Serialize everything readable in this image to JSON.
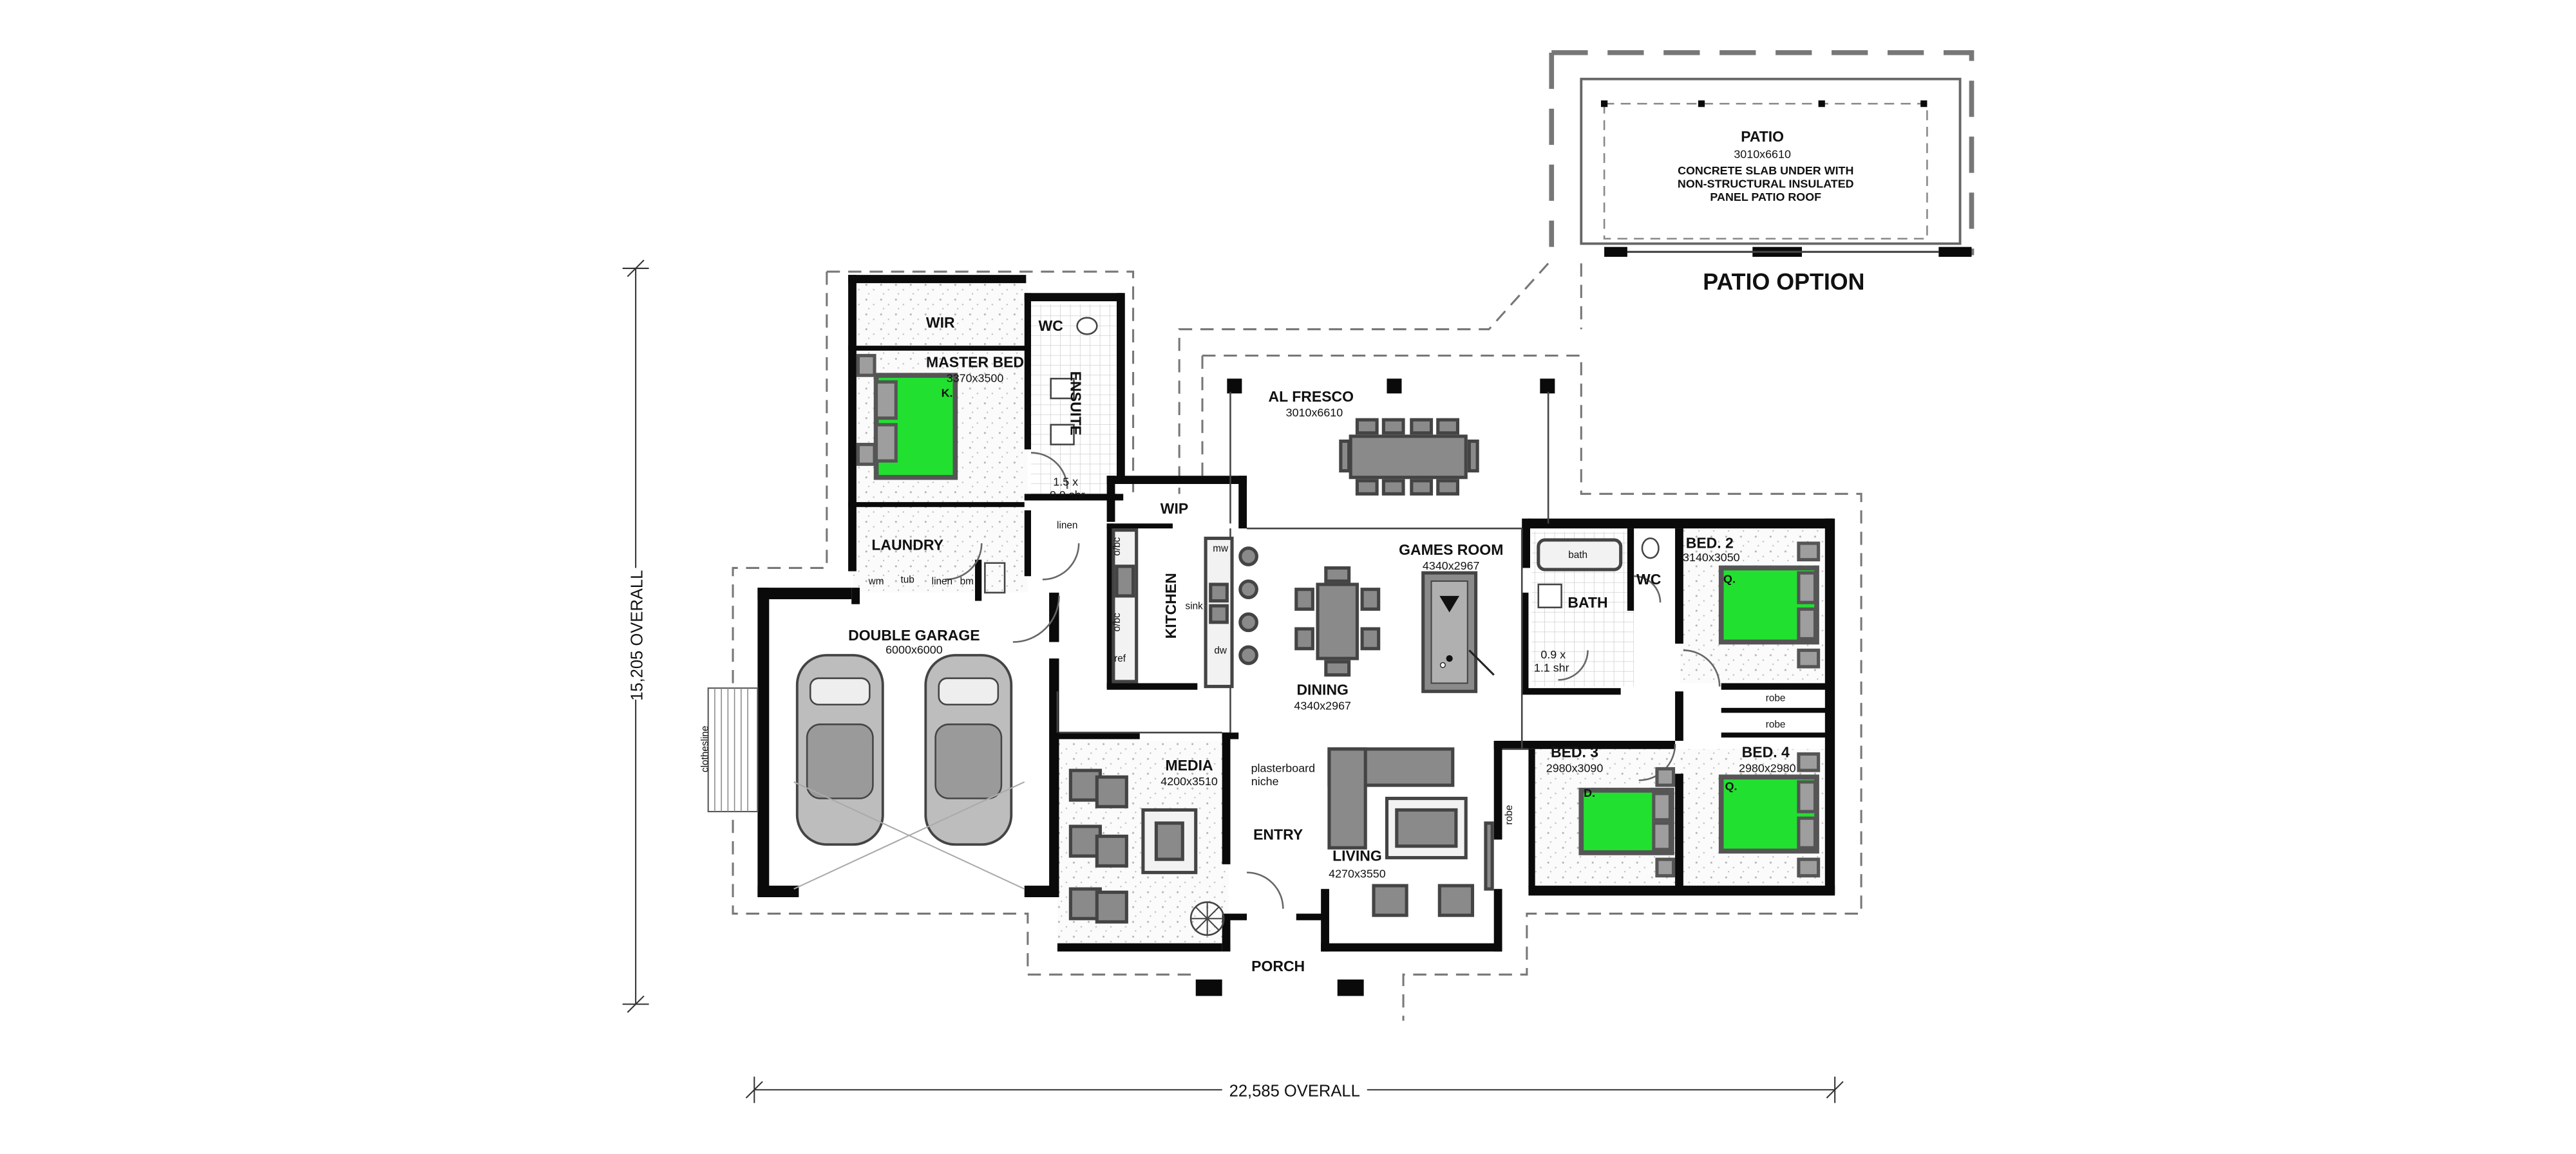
{
  "rooms": {
    "patio": {
      "name": "PATIO",
      "size": "3010x6610",
      "note_1": "CONCRETE SLAB UNDER WITH",
      "note_2": "NON-STRUCTURAL INSULATED",
      "note_3": "PANEL PATIO ROOF"
    },
    "patio_option": "PATIO OPTION",
    "wir": "WIR",
    "wc_ensuite": "WC",
    "master_bed": {
      "name": "MASTER BED",
      "size": "3370x3500",
      "bed_mark": "K."
    },
    "ensuite": "ENSUITE",
    "ensuite_shower_1": "1.5 x",
    "ensuite_shower_2": "0.9 shr",
    "al_fresco": {
      "name": "AL FRESCO",
      "size": "3010x6610"
    },
    "wip": "WIP",
    "linen_1": "linen",
    "laundry": "LAUNDRY",
    "wm": "wm",
    "tub": "tub",
    "linen_2": "linen",
    "bm": "bm",
    "double_garage": {
      "name": "DOUBLE GARAGE",
      "size": "6000x6000"
    },
    "kitchen": "KITCHEN",
    "mw": "mw",
    "sink": "sink",
    "dw": "dw",
    "ref": "ref",
    "obc_1": "o/bc",
    "obc_2": "o/bc",
    "games_room": {
      "name": "GAMES ROOM",
      "size": "4340x2967"
    },
    "dining": {
      "name": "DINING",
      "size": "4340x2967"
    },
    "bath": "BATH",
    "bath_tub": "bath",
    "wc_main": "WC",
    "bath_shower_1": "0.9 x",
    "bath_shower_2": "1.1 shr",
    "bed2": {
      "name": "BED. 2",
      "size": "3140x3050",
      "bed_mark": "Q."
    },
    "robe_1": "robe",
    "robe_2": "robe",
    "robe_3": "robe",
    "bed3": {
      "name": "BED. 3",
      "size": "2980x3090",
      "bed_mark": "D."
    },
    "bed4": {
      "name": "BED. 4",
      "size": "2980x2980",
      "bed_mark": "Q."
    },
    "media": {
      "name": "MEDIA",
      "size": "4200x3510"
    },
    "plasterboard_1": "plasterboard",
    "plasterboard_2": "niche",
    "entry": "ENTRY",
    "living": {
      "name": "LIVING",
      "size": "4270x3550"
    },
    "porch": "PORCH",
    "clothesline": "clothesline"
  },
  "dimensions": {
    "depth": "15,205 OVERALL",
    "width": "22,585 OVERALL"
  },
  "colors": {
    "bed_fill": "#22e030",
    "wall": "#0a0a0a",
    "floor_speckle": "#d9d9d9"
  }
}
